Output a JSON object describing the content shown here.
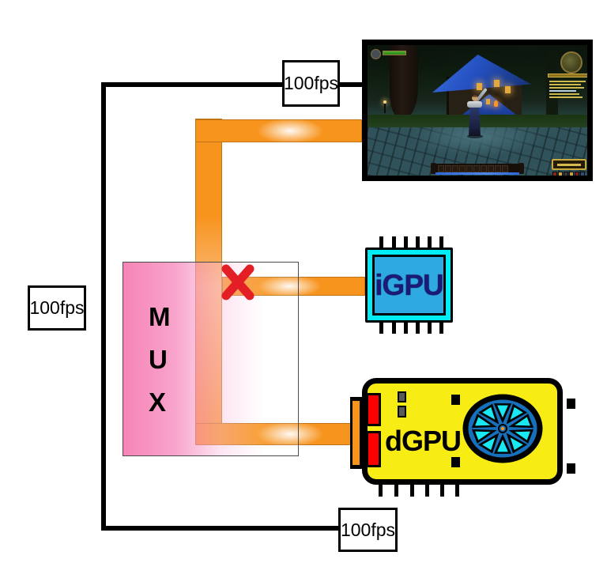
{
  "diagram": {
    "title_present": false,
    "fps_labels": {
      "top": "100fps",
      "left": "100fps",
      "bottom": "100fps"
    },
    "mux": {
      "letters": [
        "M",
        "U",
        "X"
      ]
    },
    "igpu": {
      "label": "iGPU"
    },
    "dgpu": {
      "label": "dGPU"
    },
    "icons": [
      "blocked-x-icon",
      "fan-icon",
      "chip-pins",
      "gpu-card-ports"
    ],
    "colors": {
      "pipe_orange": "#F7941E",
      "mux_pink": "#F684B7",
      "chip_cyan": "#00EDF5",
      "chip_blue": "#2FA9E1",
      "chip_text_navy": "#1B1A7A",
      "card_yellow": "#F7EC13",
      "port_red": "#FF0000",
      "fan_blue": "#1670BC",
      "fan_cyan": "#19E8F2",
      "x_red": "#E31E25",
      "wire_black": "#000000"
    },
    "game_screen": {
      "description_visible_text": ""
    }
  }
}
